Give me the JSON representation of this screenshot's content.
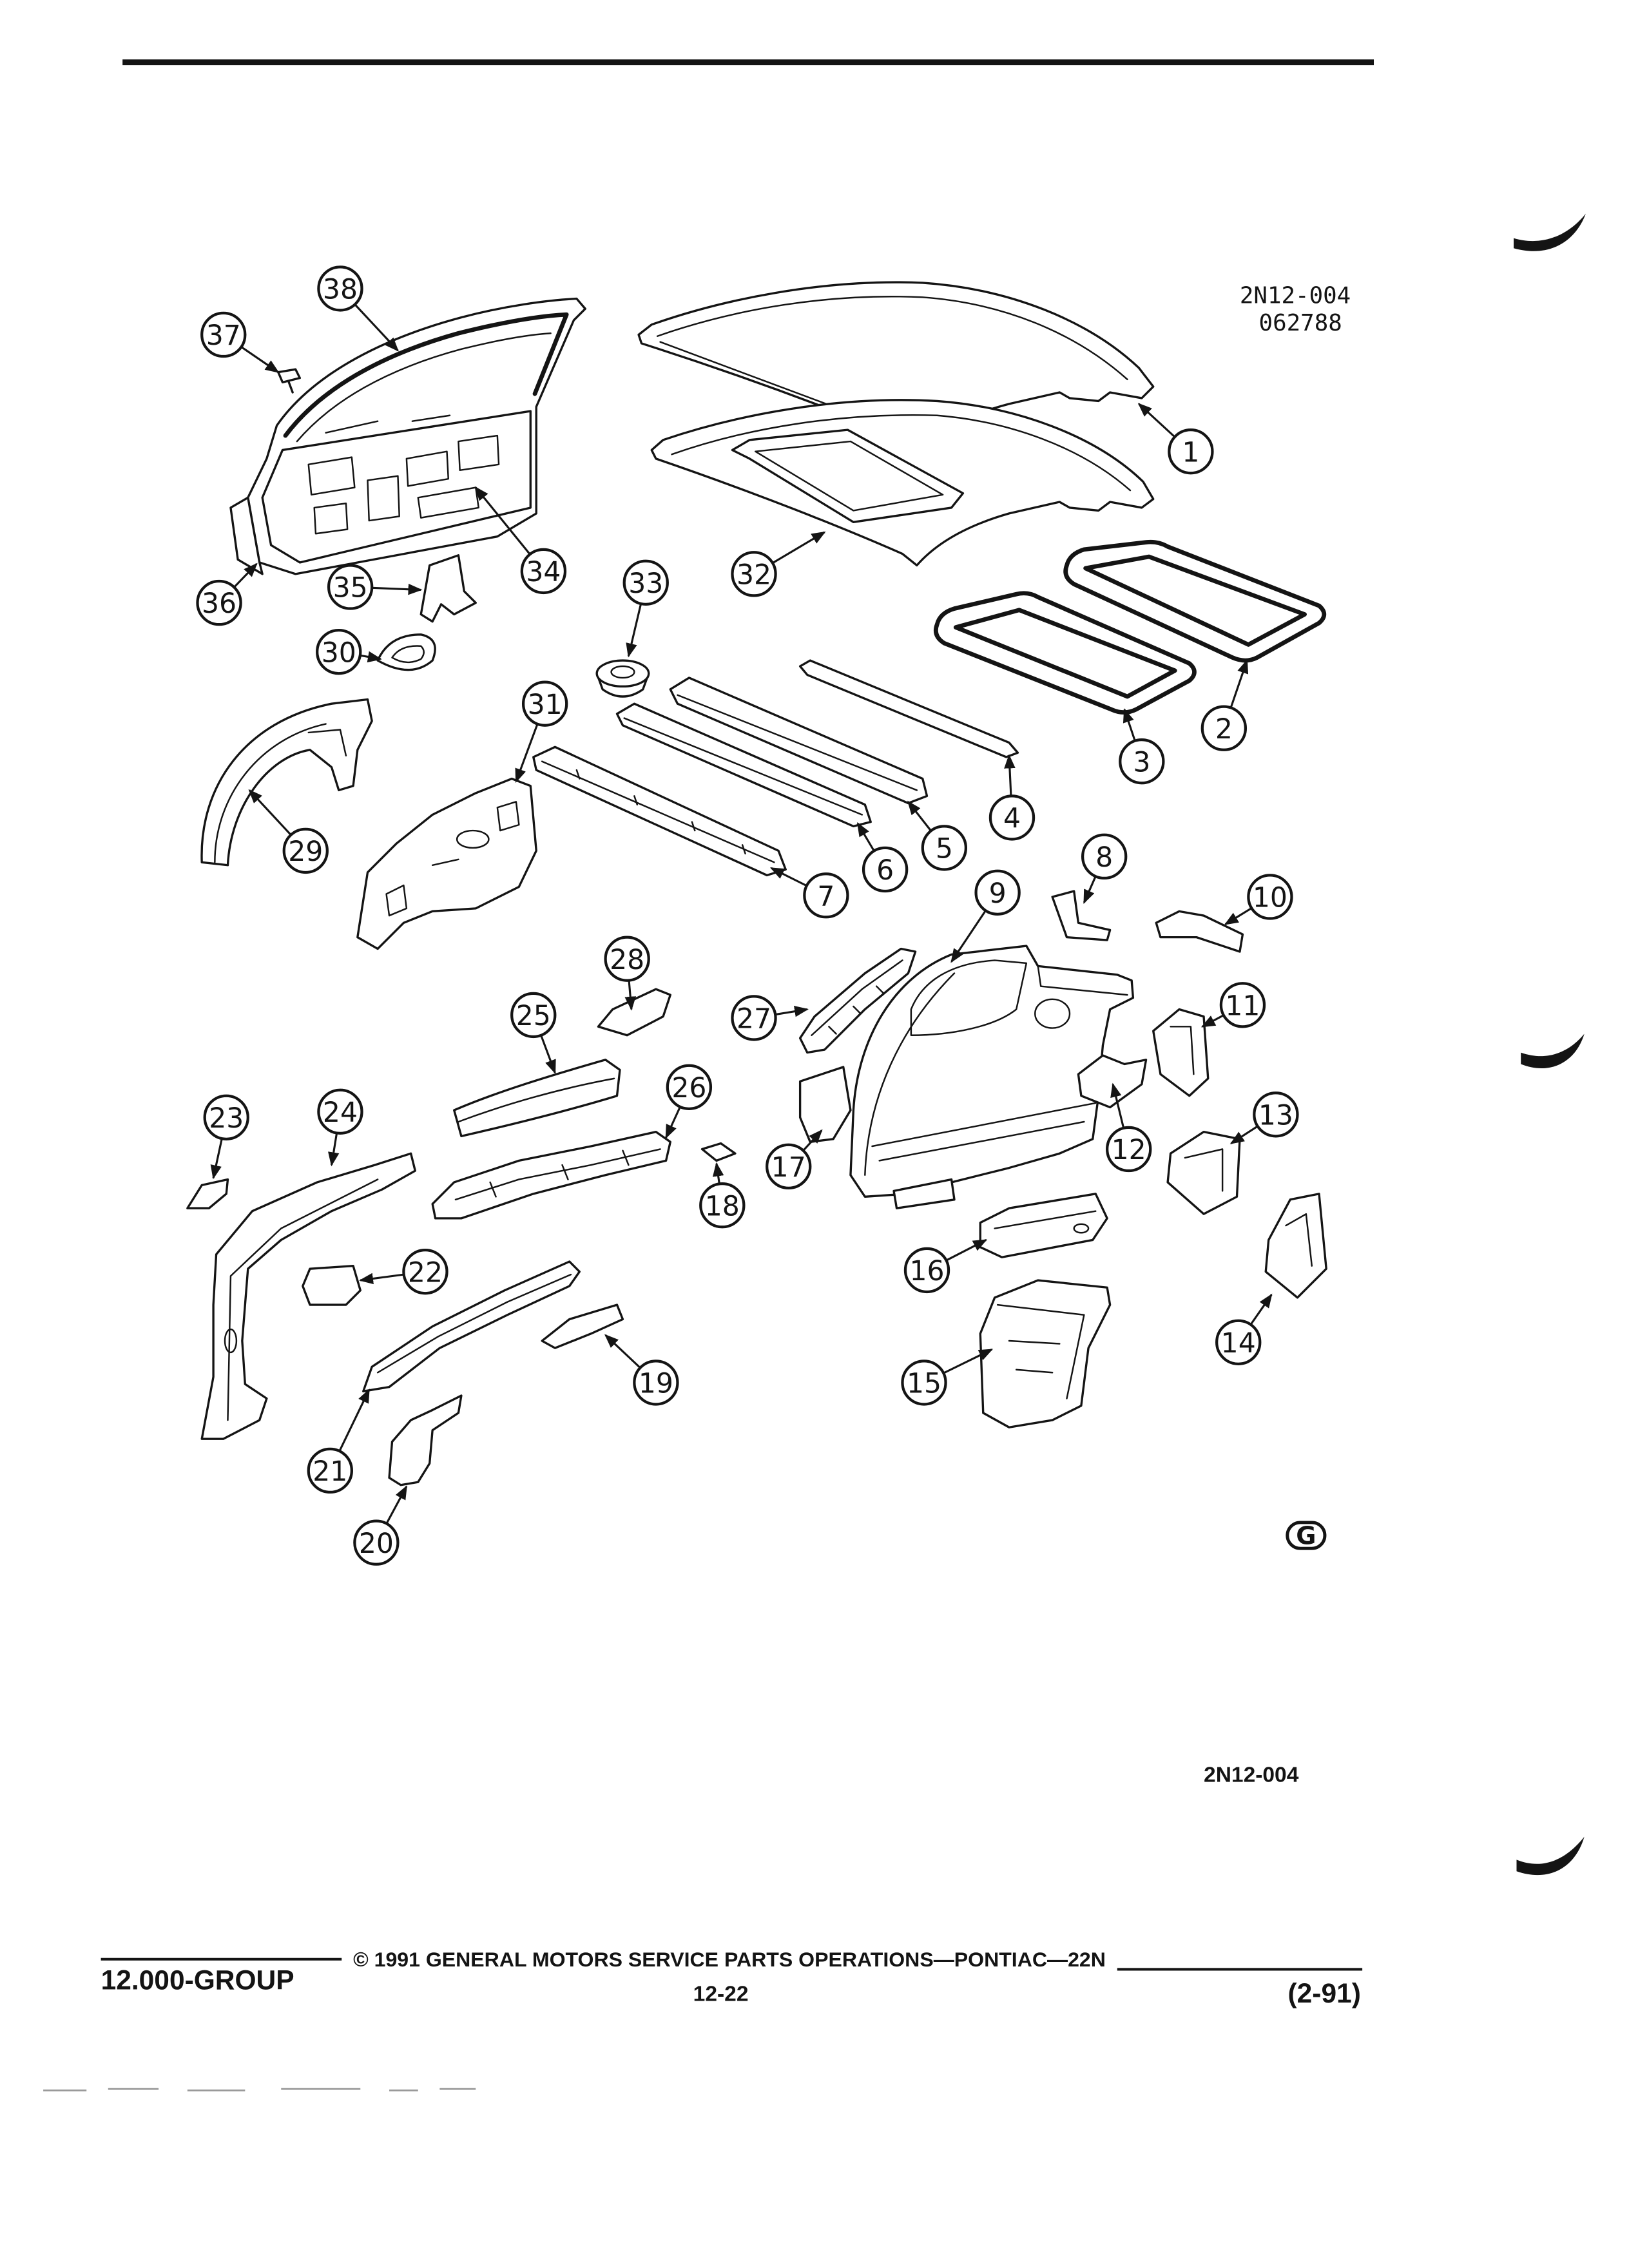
{
  "page": {
    "figure_id": "2N12-004",
    "figure_code": "062788",
    "caption": "2N12-004",
    "logo_mark": "G"
  },
  "diagram": {
    "callouts": [
      "1",
      "2",
      "3",
      "4",
      "5",
      "6",
      "7",
      "8",
      "9",
      "10",
      "11",
      "12",
      "13",
      "14",
      "15",
      "16",
      "17",
      "18",
      "19",
      "20",
      "21",
      "22",
      "23",
      "24",
      "25",
      "26",
      "27",
      "28",
      "29",
      "30",
      "31",
      "32",
      "33",
      "34",
      "35",
      "36",
      "37",
      "38"
    ]
  },
  "footer": {
    "group": "12.000-GROUP",
    "copyright": "© 1991 GENERAL MOTORS SERVICE PARTS OPERATIONS—PONTIAC—22N",
    "page_number": "12-22",
    "revision_date": "(2-91)"
  }
}
